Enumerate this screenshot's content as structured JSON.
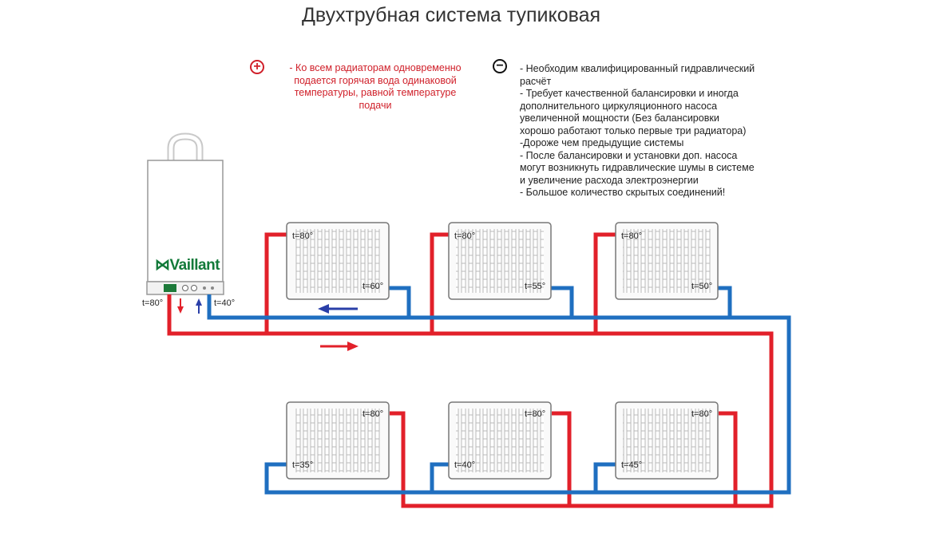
{
  "title": "Двухтрубная система тупиковая",
  "pros": {
    "lines": [
      "- Ко всем радиаторам одновременно",
      "подается горячая вода одинаковой",
      "температуры, равной температуре",
      "подачи"
    ]
  },
  "cons": {
    "lines": [
      "- Необходим квалифицированный гидравлический",
      "расчёт",
      "- Требует качественной балансировки и иногда",
      "дополнительного циркуляционного насоса",
      "увеличенной мощности (Без балансировки",
      "хорошо работают только первые три радиатора)",
      "-Дороже чем предыдущие системы",
      "- После балансировки и установки доп. насоса",
      "могут возникнуть гидравлические шумы в системе",
      "и увеличение расхода электроэнергии",
      "- Большое количество скрытых соединений!"
    ]
  },
  "boiler": {
    "brand": "Vaillant",
    "supply_temp": "t=80°",
    "return_temp": "t=40°"
  },
  "radiators_top": [
    {
      "in": "t=80°",
      "out": "t=60°"
    },
    {
      "in": "t=80°",
      "out": "t=55°"
    },
    {
      "in": "t=80°",
      "out": "t=50°"
    }
  ],
  "radiators_bottom": [
    {
      "in": "t=80°",
      "out": "t=35°"
    },
    {
      "in": "t=80°",
      "out": "t=40°"
    },
    {
      "in": "t=80°",
      "out": "t=45°"
    }
  ],
  "colors": {
    "hot": "#e2202a",
    "cold": "#1f6fc0",
    "arrow_blue": "#2a3fa8",
    "brand": "#137a3a"
  },
  "icons": [
    "plus-icon",
    "minus-icon",
    "arrow-down-icon",
    "arrow-up-icon",
    "arrow-left-icon",
    "arrow-right-icon"
  ]
}
